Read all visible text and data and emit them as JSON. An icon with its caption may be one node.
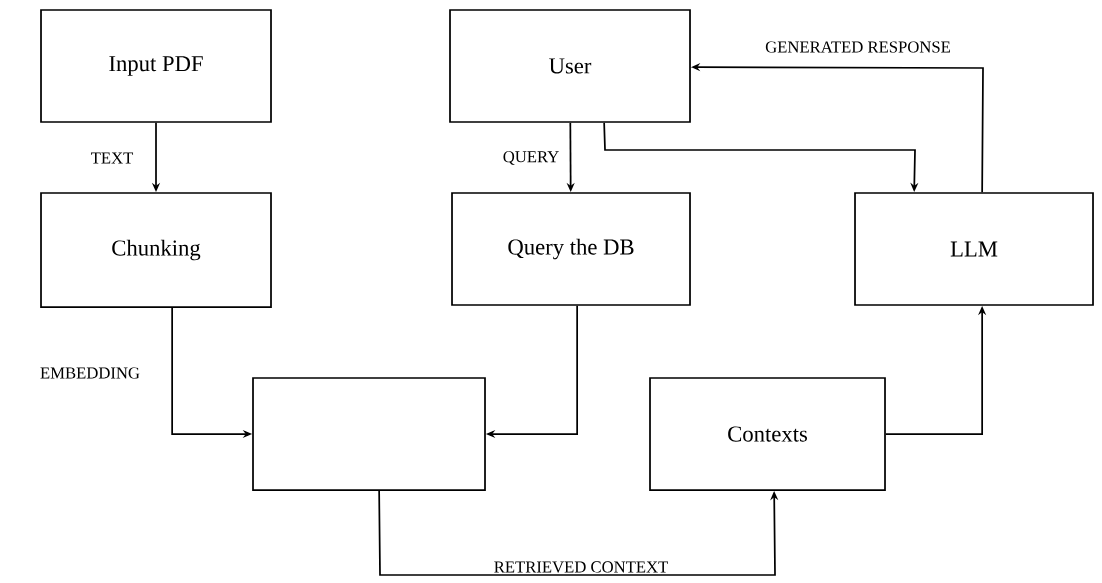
{
  "diagram": {
    "nodes": [
      {
        "text": [
          "Input PDF"
        ]
      },
      {
        "text": [
          "User"
        ]
      },
      {
        "text": [
          "Chunking"
        ]
      },
      {
        "text": [
          "Query the DB"
        ]
      },
      {
        "text": [
          "LLM"
        ]
      },
      {
        "text": [],
        "shape": "box"
      },
      {
        "text": [
          "Contexts"
        ]
      }
    ],
    "edges": [
      {
        "from": 0,
        "to": 2,
        "arrow": "to",
        "label": "TEXT"
      },
      {
        "from": 1,
        "to": 3,
        "arrow": "to",
        "label": "QUERY"
      },
      {
        "from": 1,
        "to": 4,
        "arrow": "to"
      },
      {
        "from": 4,
        "to": 1,
        "arrow": "to",
        "label": "GENERATED RESPONSE"
      },
      {
        "from": 2,
        "to": 5,
        "arrow": "to",
        "label": "EMBEDDING"
      },
      {
        "from": 3,
        "to": 5,
        "arrow": "to"
      },
      {
        "from": 5,
        "to": 6,
        "arrow": "to",
        "label": "RETRIEVED CONTEXT"
      },
      {
        "from": 6,
        "to": 4,
        "arrow": "to"
      }
    ]
  }
}
